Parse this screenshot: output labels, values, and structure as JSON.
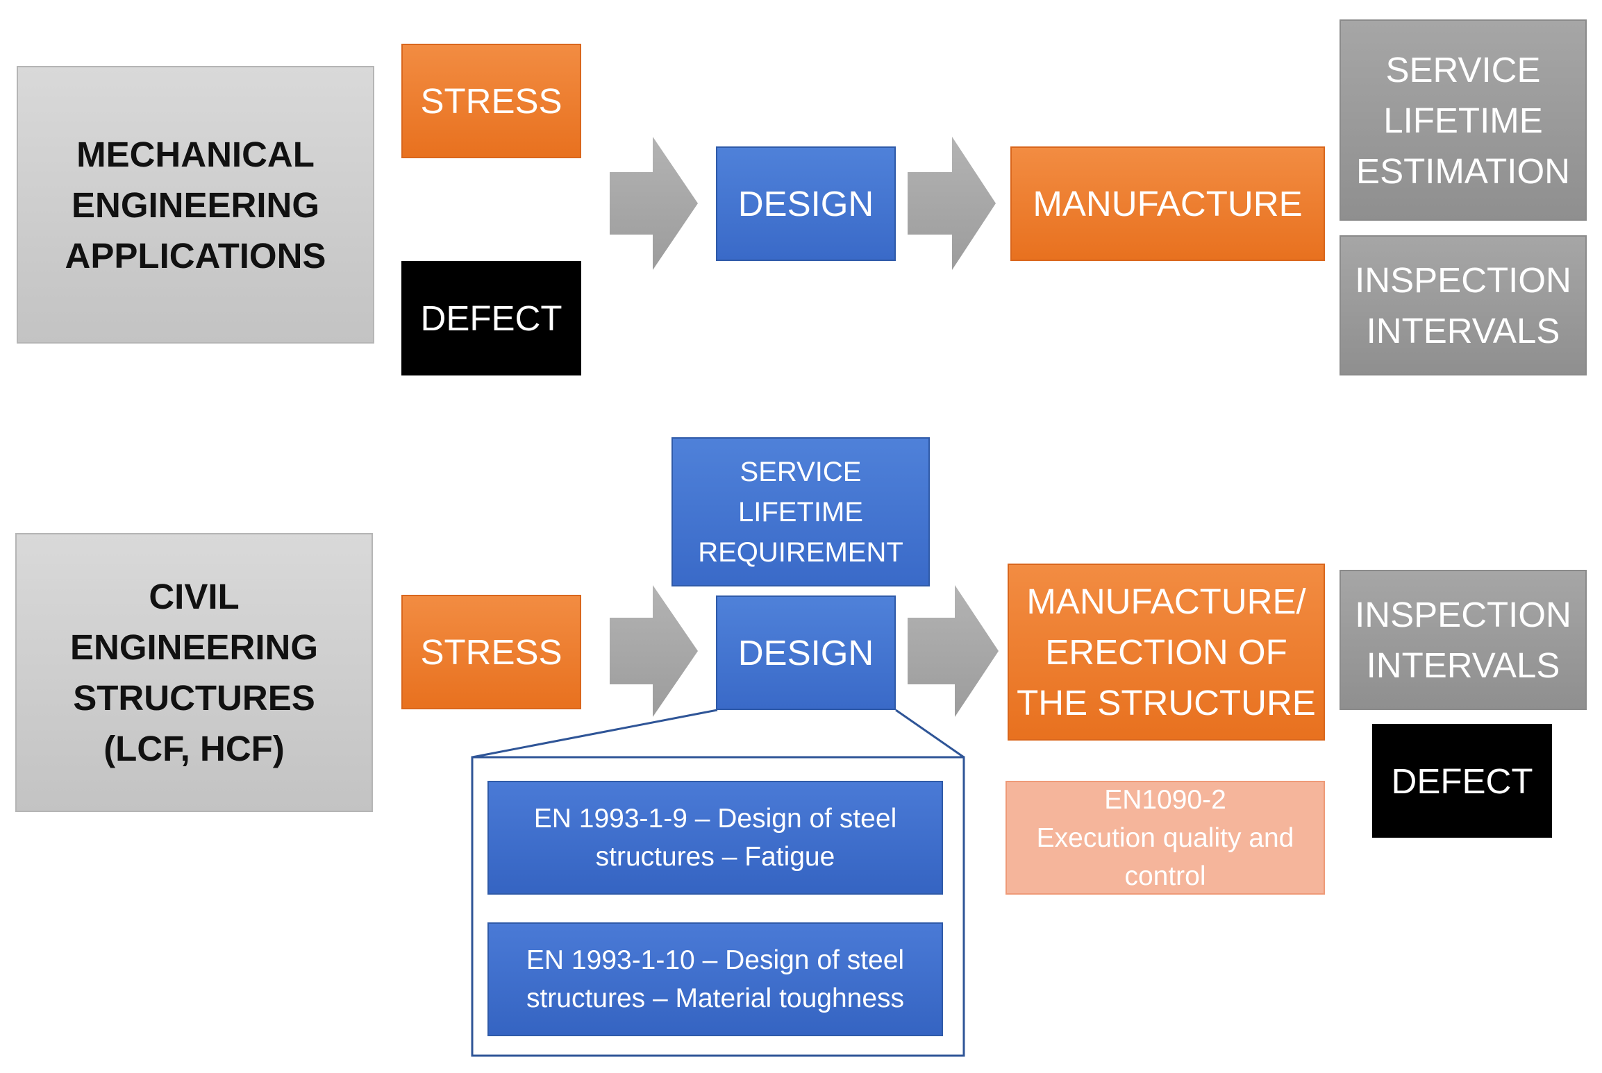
{
  "top_row": {
    "category": "MECHANICAL\nENGINEERING\nAPPLICATIONS",
    "stress": "STRESS",
    "defect": "DEFECT",
    "design": "DESIGN",
    "manufacture": "MANUFACTURE",
    "service_lifetime_estimation": "SERVICE\nLIFETIME\nESTIMATION",
    "inspection_intervals": "INSPECTION\nINTERVALS"
  },
  "bottom_row": {
    "category": "CIVIL\nENGINEERING\nSTRUCTURES\n(LCF, HCF)",
    "stress": "STRESS",
    "service_lifetime_requirement": "SERVICE\nLIFETIME\nREQUIREMENT",
    "design": "DESIGN",
    "manufacture_erection": "MANUFACTURE/\nERECTION OF\nTHE STRUCTURE",
    "execution_standard": "EN1090-2\nExecution quality and\ncontrol",
    "inspection_intervals": "INSPECTION\nINTERVALS",
    "defect": "DEFECT",
    "design_standards": [
      "EN 1993-1-9 – Design of steel\nstructures – Fatigue",
      "EN 1993-1-10 – Design of steel\nstructures – Material toughness"
    ]
  },
  "colors": {
    "orange": "#ED7D31",
    "blue": "#4472C4",
    "light_grey": "#D0D0D0",
    "dark_grey": "#9A9A9A",
    "black": "#000000",
    "peach": "#F5B59B",
    "arrow_grey": "#A6A6A6"
  }
}
